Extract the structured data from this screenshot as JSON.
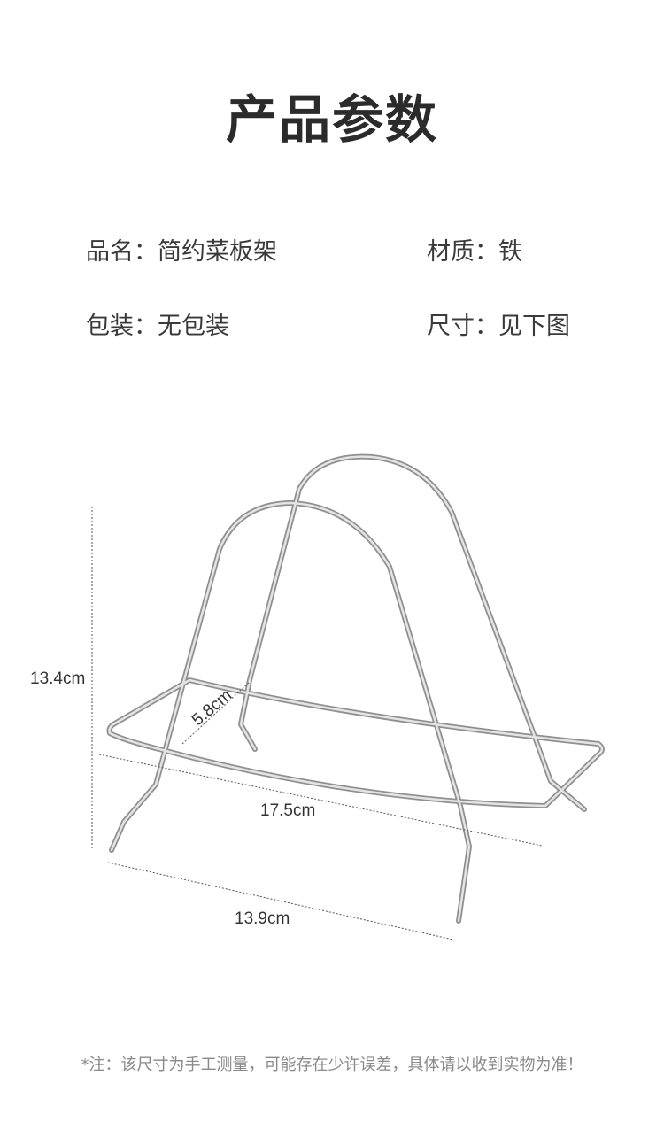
{
  "title": "产品参数",
  "specs": {
    "name": {
      "key": "品名：",
      "value": "简约菜板架"
    },
    "material": {
      "key": "材质：",
      "value": "铁"
    },
    "package": {
      "key": "包装：",
      "value": "无包装"
    },
    "size": {
      "key": "尺寸：",
      "value": "见下图"
    }
  },
  "dimensions": {
    "height": "13.4cm",
    "depth": "5.8cm",
    "width": "17.5cm",
    "base": "13.9cm"
  },
  "footnote": "*注：该尺寸为手工测量，可能存在少许误差，具体请以收到实物为准！",
  "colors": {
    "wire": "#b8b8b8",
    "wire_dark": "#8f8f8f",
    "text": "#333333",
    "note": "#8a8a8a"
  }
}
